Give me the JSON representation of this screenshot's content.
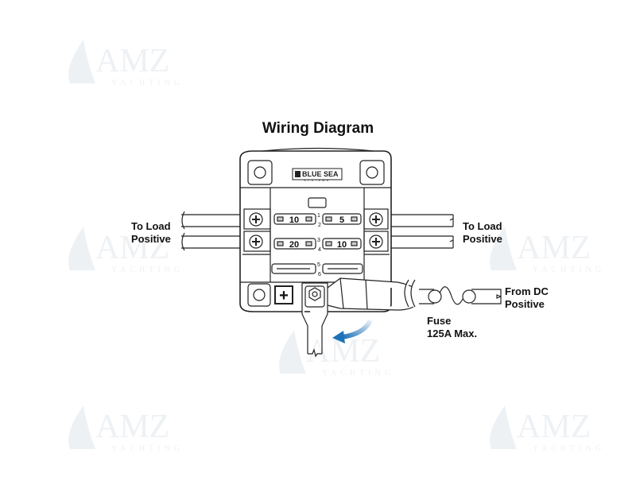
{
  "title": "Wiring Diagram",
  "brand": "BLUE SEA",
  "brand_sub": "SYSTEMS",
  "watermark": {
    "main": "AMZ",
    "sub": "YACHTING"
  },
  "labels": {
    "left_load_1": "To Load",
    "left_load_2": "Positive",
    "right_load_1": "To Load",
    "right_load_2": "Positive",
    "dc_1": "From DC",
    "dc_2": "Positive",
    "fuse_1": "Fuse",
    "fuse_2": "125A Max."
  },
  "fuses": [
    {
      "number": "1",
      "rating": "10"
    },
    {
      "number": "2",
      "rating": "5"
    },
    {
      "number": "3",
      "rating": "20"
    },
    {
      "number": "4",
      "rating": "10"
    },
    {
      "number": "5",
      "rating": ""
    },
    {
      "number": "6",
      "rating": ""
    }
  ],
  "plus_symbol": "+",
  "colors": {
    "line": "#222222",
    "arrow": "#1e73b8",
    "watermark": "#eef1f4"
  }
}
